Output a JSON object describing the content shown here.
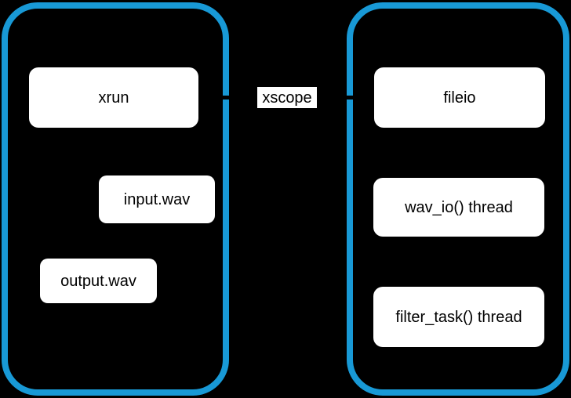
{
  "colors": {
    "background": "#000000",
    "container_border": "#1899D6",
    "node_fill": "#ffffff",
    "node_text": "#000000",
    "connector_line": "#000000"
  },
  "left_group": {
    "nodes": [
      {
        "label": "xrun"
      },
      {
        "label": "input.wav"
      },
      {
        "label": "output.wav"
      }
    ]
  },
  "right_group": {
    "nodes": [
      {
        "label": "fileio"
      },
      {
        "label": "wav_io() thread"
      },
      {
        "label": "filter_task() thread"
      }
    ]
  },
  "connector": {
    "label": "xscope"
  }
}
